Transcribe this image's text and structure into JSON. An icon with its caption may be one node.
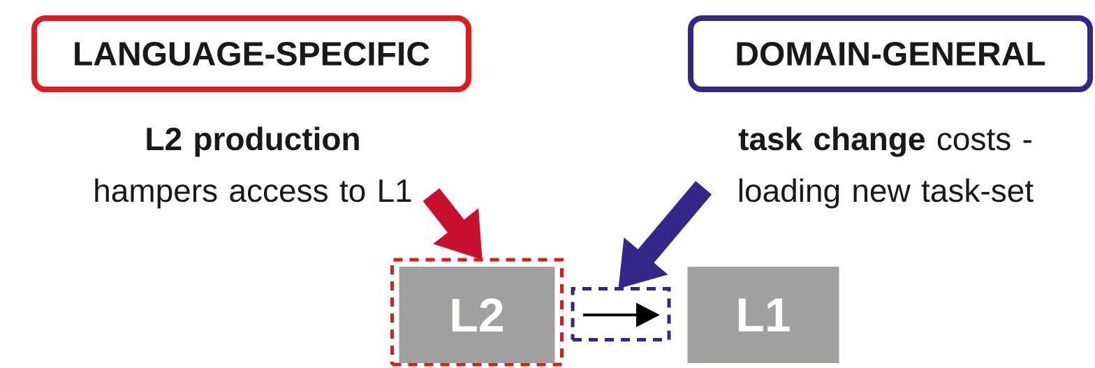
{
  "diagram": {
    "nodes": [
      {
        "text": [
          "LANGUAGE-SPECIFIC"
        ]
      },
      {
        "text": [
          "DOMAIN-GENERAL"
        ]
      },
      {
        "text": [
          "**L2 production** hampers access to L1"
        ]
      },
      {
        "text": [
          "**task change** costs - loading new task-set"
        ]
      },
      {
        "text": [],
        "shape": "box"
      },
      {
        "text": [
          "L2"
        ],
        "in": 4
      },
      {
        "text": [],
        "shape": "box"
      },
      {
        "text": [
          "L1"
        ]
      }
    ],
    "edges": [
      {
        "from": 2,
        "to": 4,
        "arrow": "to",
        "color": "#c8102e"
      },
      {
        "from": 3,
        "to": 6,
        "arrow": "to",
        "color": "#33278a"
      }
    ]
  }
}
